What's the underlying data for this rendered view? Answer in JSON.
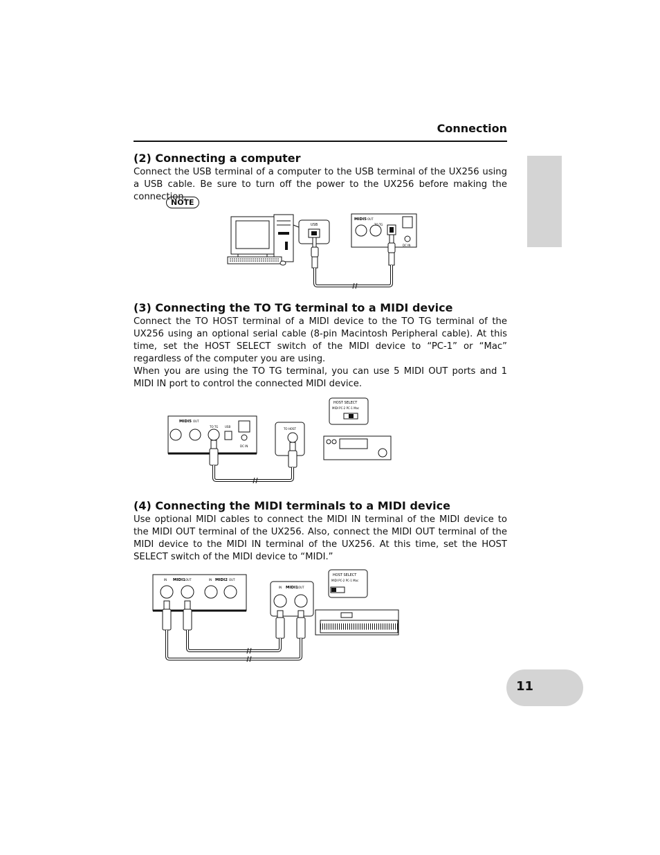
{
  "header": {
    "title": "Connection"
  },
  "sections": [
    {
      "heading": "(2) Connecting a computer",
      "paragraphs": [
        "Connect the USB terminal of a computer to the USB terminal of the UX256 using a USB cable. Be sure to turn off the power to the UX256 before making the connection."
      ],
      "note_label": "NOTE"
    },
    {
      "heading": "(3) Connecting the TO TG terminal to a MIDI device",
      "paragraphs": [
        "Connect the TO HOST terminal of a MIDI device to the TO TG terminal of the UX256 using an optional serial cable (8-pin Macintosh Peripheral cable). At this time, set the HOST SELECT switch of the MIDI device to “PC-1” or “Mac” regardless of the computer you are using.",
        "When you are using the TO TG terminal, you can use 5 MIDI OUT ports and 1 MIDI IN port to control the connected MIDI device."
      ]
    },
    {
      "heading": "(4) Connecting the MIDI terminals to a MIDI device",
      "paragraphs": [
        "Use optional MIDI cables to connect the MIDI IN terminal of the MIDI device to the MIDI OUT terminal of the UX256. Also, connect the MIDI OUT terminal of the MIDI device to the MIDI IN terminal of the UX256. At this time, set the HOST SELECT switch of the MIDI device to “MIDI.”"
      ]
    }
  ],
  "figure1": {
    "usb_label": "USB",
    "midi5_label": "MIDI5",
    "out_label": "OUT",
    "to_tg_label": "TO TG",
    "dc_in_label": "DC IN"
  },
  "figure2": {
    "midi5_label": "MIDI5",
    "out_label": "OUT",
    "to_tg_label": "TO TG",
    "usb_label": "USB",
    "dc_in_label": "DC IN",
    "to_host_label": "TO HOST",
    "host_select_title": "HOST SELECT",
    "host_select_options": "MIDI PC-2 PC-1 Mac"
  },
  "figure3": {
    "in_label": "IN",
    "midi1_label": "MIDI1",
    "out_label": "OUT",
    "midi2_label": "MIDI2",
    "host_select_title": "HOST SELECT",
    "host_select_options": "MIDI PC-2 PC-1 Mac"
  },
  "page_number": "11"
}
